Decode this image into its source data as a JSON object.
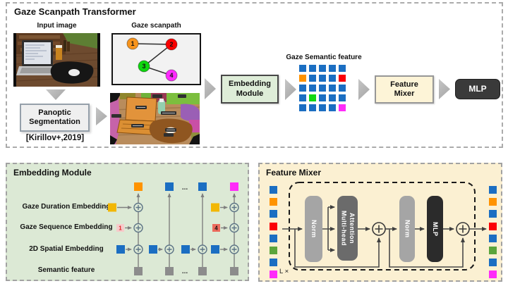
{
  "title": "Gaze Scanpath Transformer",
  "colors": {
    "blue": "#1B6EC2",
    "orange": "#FF9300",
    "red": "#FB0007",
    "magenta": "#FF2BF9",
    "green_bright": "#12D812",
    "green_leaf": "#5BA53C",
    "yellow": "#F2B705",
    "pink": "#F6CBCB",
    "salmon": "#EC6A5C",
    "gray": "#8C8C8C",
    "circle_orange": "#F7941D",
    "circle_red": "#F90000",
    "circle_green": "#0ED60E",
    "circle_magenta": "#FF2BFF"
  },
  "top": {
    "input_image_label": "Input image",
    "gaze_scanpath_label": "Gaze scanpath",
    "panoptic_label": "Panoptic Segmentation",
    "citation": "[Kirillov+,2019]",
    "embedding_box_label": "Embedding Module",
    "semantic_feature_label": "Gaze Semantic feature",
    "feature_mixer_box_label": "Feature Mixer",
    "mlp_label": "MLP",
    "scanpath_points": [
      {
        "label": "1",
        "x": 28,
        "y": 13,
        "color": "circle_orange"
      },
      {
        "label": "2",
        "x": 83,
        "y": 14,
        "color": "circle_red"
      },
      {
        "label": "3",
        "x": 44,
        "y": 45,
        "color": "circle_green"
      },
      {
        "label": "4",
        "x": 83,
        "y": 58,
        "color": "circle_magenta"
      }
    ],
    "semantic_grid": [
      [
        "blue",
        "blue",
        "blue",
        "blue",
        "blue"
      ],
      [
        "orange",
        "blue",
        "blue",
        "blue",
        "red"
      ],
      [
        "blue",
        "blue",
        "blue",
        "blue",
        "blue"
      ],
      [
        "blue",
        "green_bright",
        "blue",
        "blue",
        "blue"
      ],
      [
        "blue",
        "blue",
        "blue",
        "blue",
        "magenta"
      ]
    ]
  },
  "embedding_panel": {
    "title": "Embedding Module",
    "row_labels": [
      "Gaze Duration Embedding",
      "Gaze Sequence Embedding",
      "2D Spatial Embedding",
      "Semantic feature"
    ],
    "sequence_first": "1",
    "sequence_last": "4",
    "ellipsis": "..."
  },
  "mixer_panel": {
    "title": "Feature Mixer",
    "blocks": [
      "Norm",
      "Multi-head Attention",
      "Norm",
      "MLP"
    ],
    "loop_label": "L ×",
    "token_colors": [
      "blue",
      "orange",
      "blue",
      "red",
      "blue",
      "green_leaf",
      "blue",
      "magenta"
    ]
  }
}
